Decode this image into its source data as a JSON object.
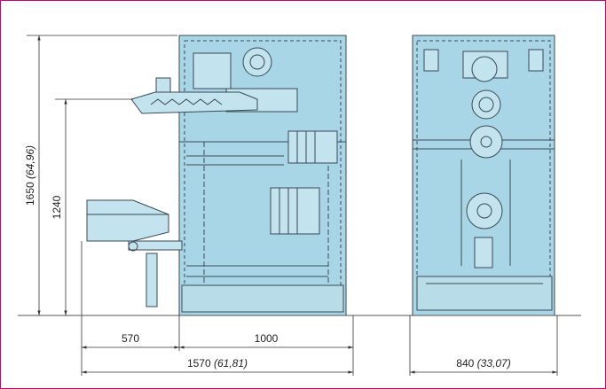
{
  "dimensions": {
    "height_total": {
      "value": "1650",
      "alt": "(64,96)"
    },
    "height_inlet": {
      "value": "1240"
    },
    "width_feeder": {
      "value": "570"
    },
    "width_body": {
      "value": "1000"
    },
    "length_total": {
      "value": "1570",
      "alt": "(61,81)"
    },
    "depth": {
      "value": "840",
      "alt": "(33,07)"
    }
  },
  "colors": {
    "frame_border": "#c8007a",
    "machine_fill": "#a9d6e6",
    "line": "#3a4a55",
    "dimension_line": "#333333"
  }
}
